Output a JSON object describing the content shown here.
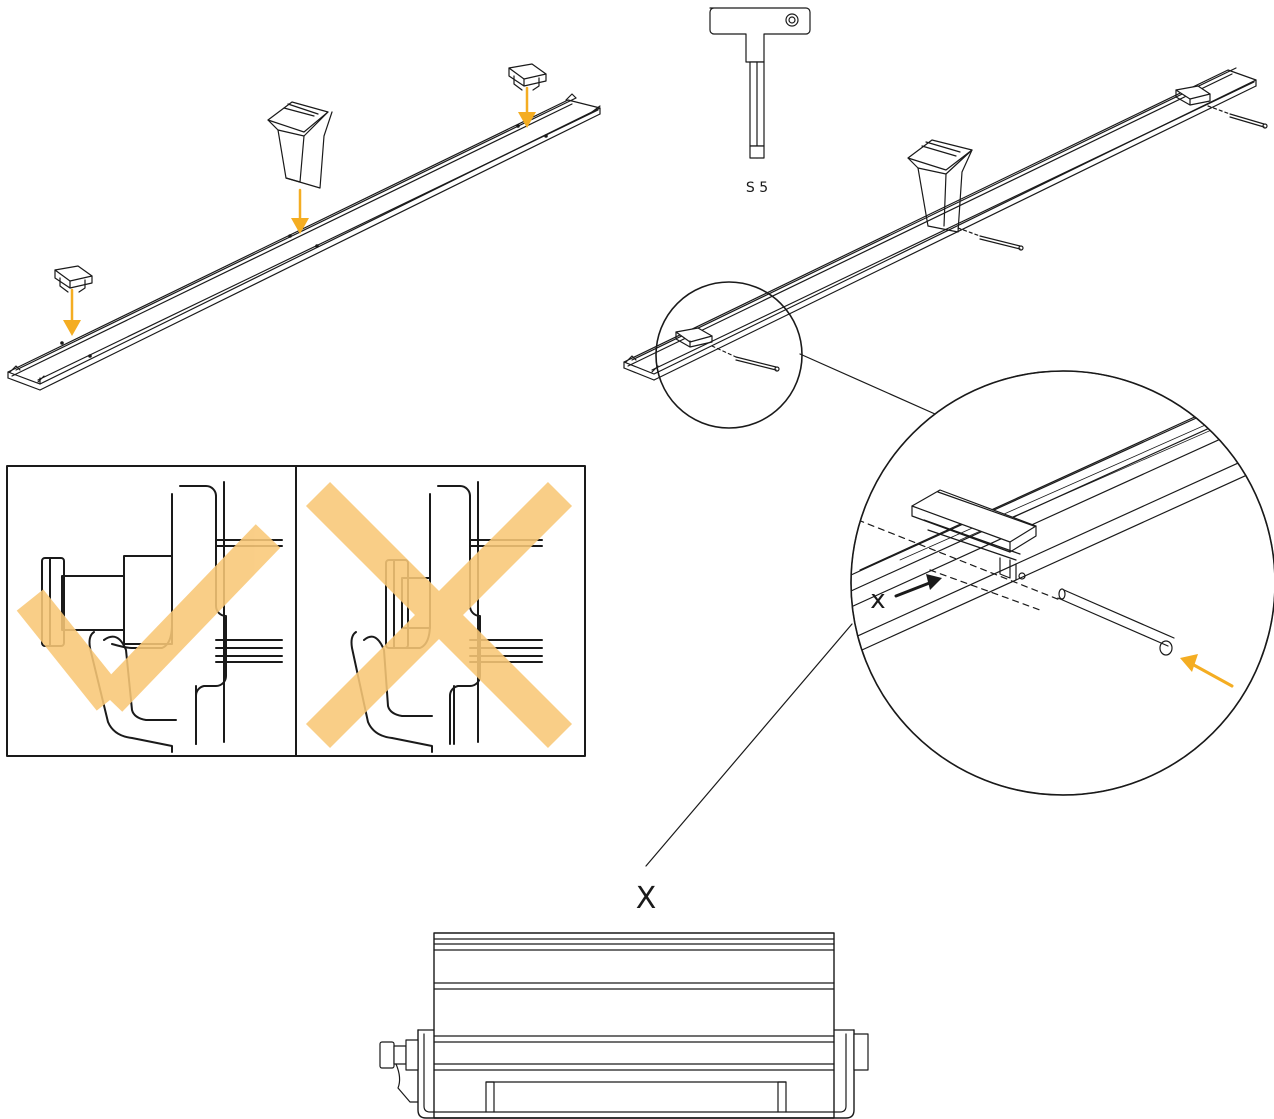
{
  "tool": {
    "label": "S 5",
    "icon": "t-handle-hex-key-icon"
  },
  "detail": {
    "label": "X",
    "arrow_label": "x"
  },
  "check_panel": {
    "correct_mark": "check-icon",
    "wrong_mark": "cross-icon"
  },
  "colors": {
    "accent": "#f4ad22",
    "mark": "#f9c877",
    "line": "#1a1a1a",
    "background": "#ffffff"
  }
}
